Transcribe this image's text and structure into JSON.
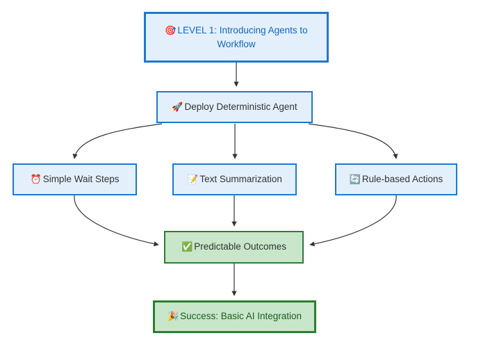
{
  "diagram": {
    "type": "flowchart",
    "direction": "top-down",
    "background": "#ffffff",
    "palette": {
      "process_fill": "#e3f0fb",
      "process_border": "#1f78d1",
      "title_text": "#1565c0",
      "outcome_fill": "#c8e6c9",
      "outcome_border": "#2e7d32",
      "success_text": "#1b5e20",
      "body_text": "#333333",
      "edge": "#333333"
    },
    "nodes": [
      {
        "id": "level1",
        "icon": "direct-hit-icon",
        "emoji": "🎯",
        "label": "LEVEL 1: Introducing Agents to\nWorkflow",
        "style": "title"
      },
      {
        "id": "deploy",
        "icon": "rocket-icon",
        "emoji": "🚀",
        "label": "Deploy Deterministic Agent",
        "style": "process"
      },
      {
        "id": "wait",
        "icon": "alarm-clock-icon",
        "emoji": "⏰",
        "label": "Simple Wait Steps",
        "style": "process"
      },
      {
        "id": "summarize",
        "icon": "memo-icon",
        "emoji": "📝",
        "label": "Text Summarization",
        "style": "process"
      },
      {
        "id": "rules",
        "icon": "refresh-cycle-icon",
        "emoji": "🔄",
        "label": "Rule-based Actions",
        "style": "process"
      },
      {
        "id": "outcomes",
        "icon": "check-mark-box-icon",
        "emoji": "✅",
        "label": "Predictable Outcomes",
        "style": "outcome"
      },
      {
        "id": "success",
        "icon": "party-popper-icon",
        "emoji": "🎉",
        "label": "Success: Basic AI Integration",
        "style": "success"
      }
    ],
    "edges": [
      {
        "from": "level1",
        "to": "deploy"
      },
      {
        "from": "deploy",
        "to": "wait"
      },
      {
        "from": "deploy",
        "to": "summarize"
      },
      {
        "from": "deploy",
        "to": "rules"
      },
      {
        "from": "wait",
        "to": "outcomes"
      },
      {
        "from": "summarize",
        "to": "outcomes"
      },
      {
        "from": "rules",
        "to": "outcomes"
      },
      {
        "from": "outcomes",
        "to": "success"
      }
    ]
  }
}
